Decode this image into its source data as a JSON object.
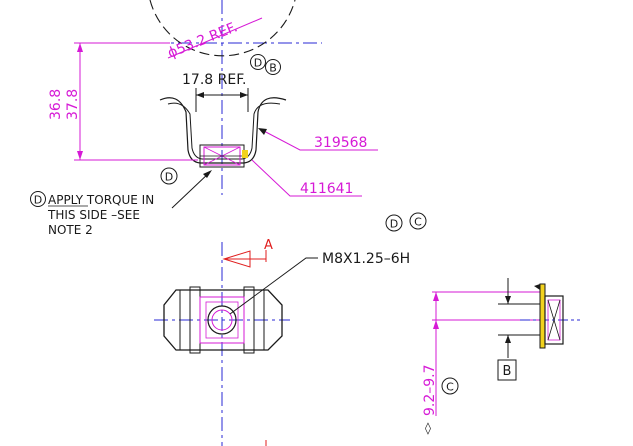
{
  "drawing": {
    "colors": {
      "outline": "#1a1a1a",
      "dimension": "#d61ad6",
      "centerline": "#2a2ad6",
      "section_arrow": "#e01e1e",
      "highlight": "#f2d21e",
      "background": "#ffffff"
    },
    "labels": {
      "diameter": "ϕ53.2 REF.",
      "width_ref": "17.8 REF.",
      "height_1": "36.8",
      "height_2": "37.8",
      "part_1": "319568",
      "part_2": "411641",
      "thread": "M8X1.25–6H",
      "section": "A",
      "range": "9.2–9.7",
      "datum": "B",
      "diamond": "◊"
    },
    "flags": {
      "flag_1": [
        "D",
        "B"
      ],
      "flag_2": "D",
      "flag_3": "D",
      "flag_4": [
        "D",
        "C"
      ],
      "flag_5": "C"
    },
    "note": {
      "line_1": "APPLY TORQUE IN",
      "line_2": "THIS SIDE –SEE",
      "line_3": "NOTE 2"
    }
  }
}
